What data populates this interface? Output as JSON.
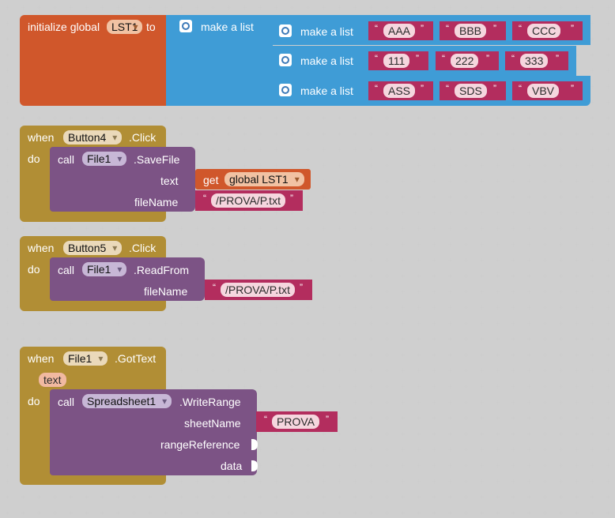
{
  "colors": {
    "variables": "#d0572b",
    "lists": "#3f9cd6",
    "text": "#b32d5e",
    "events": "#b18e35",
    "components": "#7c5385"
  },
  "init": {
    "label": "initialize global",
    "var_name": "LST1",
    "to_label": "to",
    "make_list_label": "make a list",
    "rows": [
      {
        "label": "make a list",
        "items": [
          "AAA",
          "BBB",
          "CCC"
        ]
      },
      {
        "label": "make a list",
        "items": [
          "111",
          "222",
          "333"
        ]
      },
      {
        "label": "make a list",
        "items": [
          "ASS",
          "SDS",
          "VBV"
        ]
      }
    ]
  },
  "event1": {
    "when": "when",
    "component": "Button4",
    "event": ".Click",
    "do": "do",
    "call": "call",
    "target": "File1",
    "method": ".SaveFile",
    "param_text": "text",
    "get": "get",
    "var": "global LST1",
    "param_file": "fileName",
    "file": "/PROVA/P.txt"
  },
  "event2": {
    "when": "when",
    "component": "Button5",
    "event": ".Click",
    "do": "do",
    "call": "call",
    "target": "File1",
    "method": ".ReadFrom",
    "param_file": "fileName",
    "file": "/PROVA/P.txt"
  },
  "event3": {
    "when": "when",
    "component": "File1",
    "event": ".GotText",
    "param": "text",
    "do": "do",
    "call": "call",
    "target": "Spreadsheet1",
    "method": ".WriteRange",
    "param_sheet": "sheetName",
    "sheet": "PROVA",
    "param_range": "rangeReference",
    "param_data": "data"
  }
}
